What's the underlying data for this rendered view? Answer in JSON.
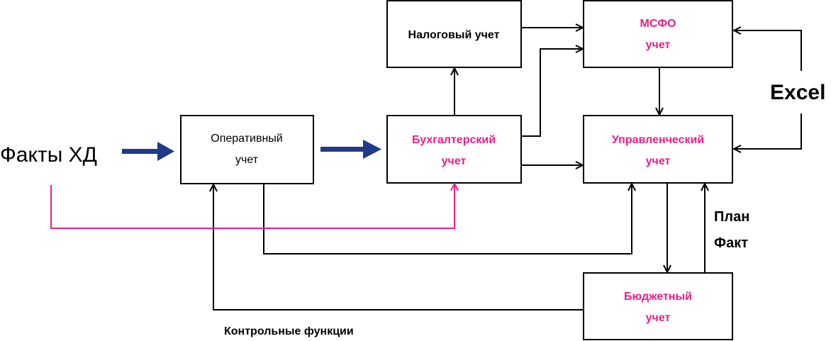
{
  "facts": "Факты ХД",
  "boxes": {
    "operational": {
      "line1": "Оперативный",
      "line2": "учет"
    },
    "tax": {
      "line1": "Налоговый учет"
    },
    "accounting": {
      "line1": "Бухгалтерский",
      "line2": "учет"
    },
    "ifrs": {
      "line1": "МСФО",
      "line2": "учет"
    },
    "management": {
      "line1": "Управленческий",
      "line2": "учет"
    },
    "budget": {
      "line1": "Бюджетный",
      "line2": "учет"
    }
  },
  "labels": {
    "excel": "Excel",
    "plan": "План",
    "fact": "Факт",
    "control": "Контрольные функции"
  },
  "colors": {
    "accent_pink": "#e91e8c",
    "arrow_blue": "#1f3a8a",
    "line_black": "#000000"
  }
}
